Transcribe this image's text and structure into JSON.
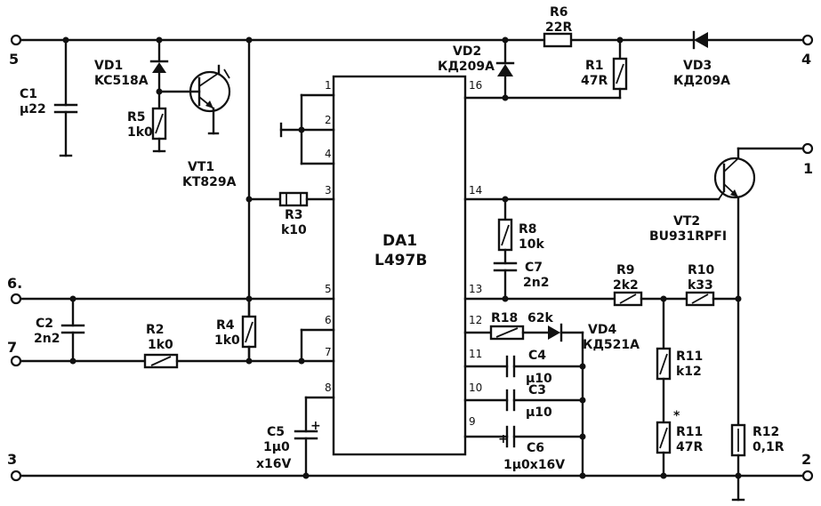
{
  "terminals": {
    "t5": "5",
    "t4": "4",
    "t1": "1",
    "t6": "6.",
    "t7": "7",
    "t3": "3",
    "t2": "2"
  },
  "ic": {
    "name": "DA1",
    "type": "L497B",
    "pins": {
      "p1": "1",
      "p2": "2",
      "p4": "4",
      "p3": "3",
      "p5": "5",
      "p6": "6",
      "p7": "7",
      "p8": "8",
      "p16": "16",
      "p14": "14",
      "p13": "13",
      "p12": "12",
      "p11": "11",
      "p10": "10",
      "p9": "9"
    }
  },
  "components": {
    "c1": {
      "name": "C1",
      "value": "μ22"
    },
    "vd1": {
      "name": "VD1",
      "value": "KC518A"
    },
    "r5": {
      "name": "R5",
      "value": "1k0"
    },
    "vt1": {
      "name": "VT1",
      "value": "KT829A"
    },
    "vd2": {
      "name": "VD2",
      "value": "КД209А"
    },
    "r6": {
      "name": "R6",
      "value": "22R"
    },
    "r1": {
      "name": "R1",
      "value": "47R"
    },
    "vd3": {
      "name": "VD3",
      "value": "КД209А"
    },
    "r3": {
      "name": "R3",
      "value": "k10"
    },
    "vt2": {
      "name": "VT2",
      "value": "BU931RPFI"
    },
    "r8": {
      "name": "R8",
      "value": "10k"
    },
    "c7": {
      "name": "C7",
      "value": "2n2"
    },
    "r9": {
      "name": "R9",
      "value": "2k2"
    },
    "r10": {
      "name": "R10",
      "value": "k33"
    },
    "c2": {
      "name": "C2",
      "value": "2n2"
    },
    "r2": {
      "name": "R2",
      "value": "1k0"
    },
    "r4": {
      "name": "R4",
      "value": "1k0"
    },
    "r18": {
      "name": "R18",
      "value": "62k"
    },
    "vd4": {
      "name": "VD4",
      "value": "КД521А"
    },
    "c4": {
      "name": "C4",
      "value": "μ10"
    },
    "c3": {
      "name": "C3",
      "value": "μ10"
    },
    "c6": {
      "name": "C6",
      "value": "1μ0x16V"
    },
    "r11a": {
      "name": "R11",
      "value": "k12"
    },
    "r11b": {
      "name": "R11",
      "value": "47R"
    },
    "r12": {
      "name": "R12",
      "value": "0,1R"
    },
    "c5": {
      "name": "C5",
      "value": "1μ0",
      "rating": "x16V"
    }
  },
  "marks": {
    "star": "*",
    "plus": "+"
  }
}
